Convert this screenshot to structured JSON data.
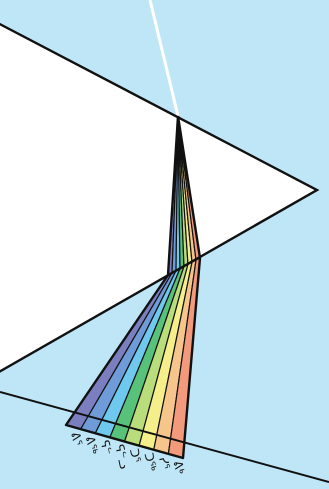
{
  "diagram": {
    "background_color": "#bfe6f7",
    "prism_fill": "#ffffff",
    "stroke_color": "#111111",
    "incident_ray_color": "#ffffff"
  },
  "spectrum": {
    "bands": [
      {
        "color": "#7b7fc0",
        "label": "ᕕᕐ"
      },
      {
        "color": "#6f9bd8",
        "label": "ᕕᕐᒃ"
      },
      {
        "color": "#6fc8ee",
        "label": "ᕋᓪ"
      },
      {
        "color": "#58c27a",
        "label": "ᕋᓪᓗ"
      },
      {
        "color": "#b9dd7b",
        "label": "ᑐᕐ"
      },
      {
        "color": "#f5ef8b",
        "label": "ᑐᕐᒃ"
      },
      {
        "color": "#f6c58c",
        "label": "ᓯᕐ"
      },
      {
        "color": "#f29a7b",
        "label": "ᕕᒃ"
      }
    ]
  }
}
